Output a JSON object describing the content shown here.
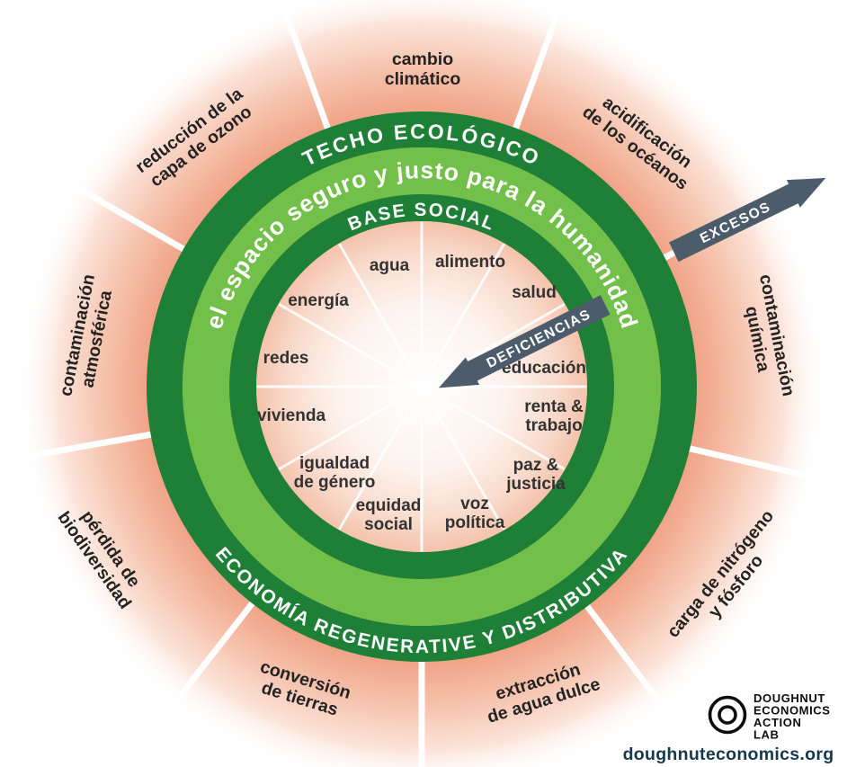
{
  "rings": {
    "outer_top": "TECHO ECOLÓGICO",
    "middle": "el espacio seguro y justo para la humanidad",
    "inner_top": "BASE SOCIAL",
    "outer_bottom": "ECONOMÍA REGENERATIVE Y DISTRIBUTIVA"
  },
  "arrows": {
    "inward": "DEFICIENCIAS",
    "outward": "EXCESOS"
  },
  "outer_labels": [
    {
      "id": "cambio-climatico",
      "line1": "cambio",
      "line2": "climático"
    },
    {
      "id": "acidificacion-oceanos",
      "line1": "acidificación",
      "line2": "de los océanos"
    },
    {
      "id": "contaminacion-quimica",
      "line1": "contaminación",
      "line2": "química"
    },
    {
      "id": "carga-nitrogeno-fosforo",
      "line1": "carga de nitrógeno",
      "line2": "y fósforo"
    },
    {
      "id": "extraccion-agua-dulce",
      "line1": "extracción",
      "line2": "de agua dulce"
    },
    {
      "id": "conversion-tierras",
      "line1": "conversión",
      "line2": "de tierras"
    },
    {
      "id": "perdida-biodiversidad",
      "line1": "pérdida de",
      "line2": "biodiversidad"
    },
    {
      "id": "contaminacion-atmosferica",
      "line1": "contaminación",
      "line2": "atmosférica"
    },
    {
      "id": "reduccion-capa-ozono",
      "line1": "reducción de la",
      "line2": "capa de ozono"
    }
  ],
  "social_labels": [
    {
      "line1": "agua",
      "line2": ""
    },
    {
      "line1": "alimento",
      "line2": ""
    },
    {
      "line1": "salud",
      "line2": ""
    },
    {
      "line1": "educación",
      "line2": ""
    },
    {
      "line1": "renta &",
      "line2": "trabajo"
    },
    {
      "line1": "paz &",
      "line2": "justicia"
    },
    {
      "line1": "voz",
      "line2": "política"
    },
    {
      "line1": "equidad",
      "line2": "social"
    },
    {
      "line1": "igualdad",
      "line2": "de género"
    },
    {
      "line1": "vivienda",
      "line2": ""
    },
    {
      "line1": "redes",
      "line2": ""
    },
    {
      "line1": "energía",
      "line2": ""
    }
  ],
  "footer": {
    "logo_lines": [
      "DOUGHNUT",
      "ECONOMICS",
      "ACTION",
      "LAB"
    ],
    "website": "doughnuteconomics.org"
  },
  "colors": {
    "dark_green": "#1e7f37",
    "light_green": "#72bf4a",
    "pink": "#f0a184",
    "arrow_gray": "#4d5c6b",
    "text_dark": "#232323",
    "website_color": "#16384a"
  }
}
